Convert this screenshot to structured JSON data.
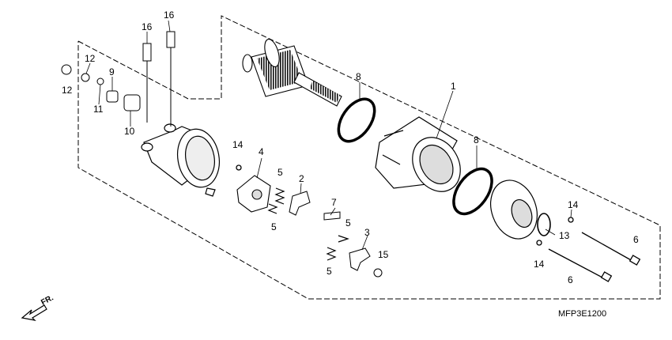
{
  "diagram": {
    "callouts": [
      {
        "id": "c1",
        "label": "1"
      },
      {
        "id": "c2",
        "label": "2"
      },
      {
        "id": "c3",
        "label": "3"
      },
      {
        "id": "c4",
        "label": "4"
      },
      {
        "id": "c5a",
        "label": "5"
      },
      {
        "id": "c5b",
        "label": "5"
      },
      {
        "id": "c5c",
        "label": "5"
      },
      {
        "id": "c5d",
        "label": "5"
      },
      {
        "id": "c6a",
        "label": "6"
      },
      {
        "id": "c6b",
        "label": "6"
      },
      {
        "id": "c7",
        "label": "7"
      },
      {
        "id": "c8a",
        "label": "8"
      },
      {
        "id": "c8b",
        "label": "8"
      },
      {
        "id": "c9",
        "label": "9"
      },
      {
        "id": "c10",
        "label": "10"
      },
      {
        "id": "c11",
        "label": "11"
      },
      {
        "id": "c12a",
        "label": "12"
      },
      {
        "id": "c12b",
        "label": "12"
      },
      {
        "id": "c13",
        "label": "13"
      },
      {
        "id": "c14a",
        "label": "14"
      },
      {
        "id": "c14b",
        "label": "14"
      },
      {
        "id": "c14c",
        "label": "14"
      },
      {
        "id": "c15",
        "label": "15"
      },
      {
        "id": "c16a",
        "label": "16"
      },
      {
        "id": "c16b",
        "label": "16"
      }
    ],
    "direction_label": "FR.",
    "diagram_code": "MFP3E1200"
  }
}
